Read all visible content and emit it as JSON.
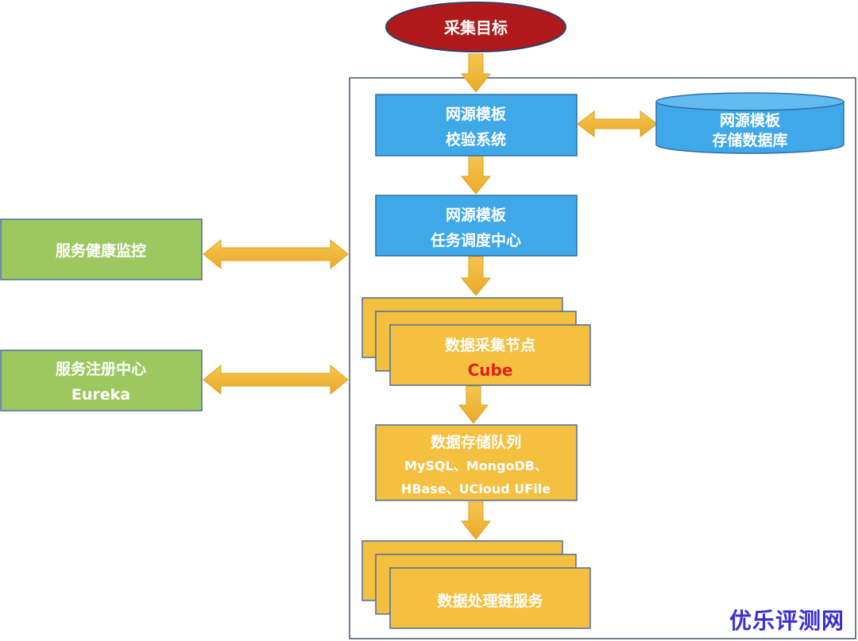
{
  "nodes": {
    "target": "采集目标",
    "validate": [
      "网源模板",
      "校验系统"
    ],
    "template_db": [
      "网源模板",
      "存储数据库"
    ],
    "scheduler": [
      "网源模板",
      "任务调度中心"
    ],
    "health": "服务健康监控",
    "registry": [
      "服务注册中心",
      "Eureka"
    ],
    "collector": [
      "数据采集节点",
      "Cube"
    ],
    "storage": [
      "数据存储队列",
      "MySQL、MongoDB、",
      "HBase、UCloud UFile"
    ],
    "processing": "数据处理链服务"
  },
  "watermark": "优乐评测网",
  "colors": {
    "blue": "#3fa8e8",
    "green": "#9dc85f",
    "yellow": "#f5bf3f",
    "red_ellipse": "#b01a1a",
    "arrow": "#f2b536",
    "frame": "#44546a",
    "cube_text": "#e0201c"
  }
}
